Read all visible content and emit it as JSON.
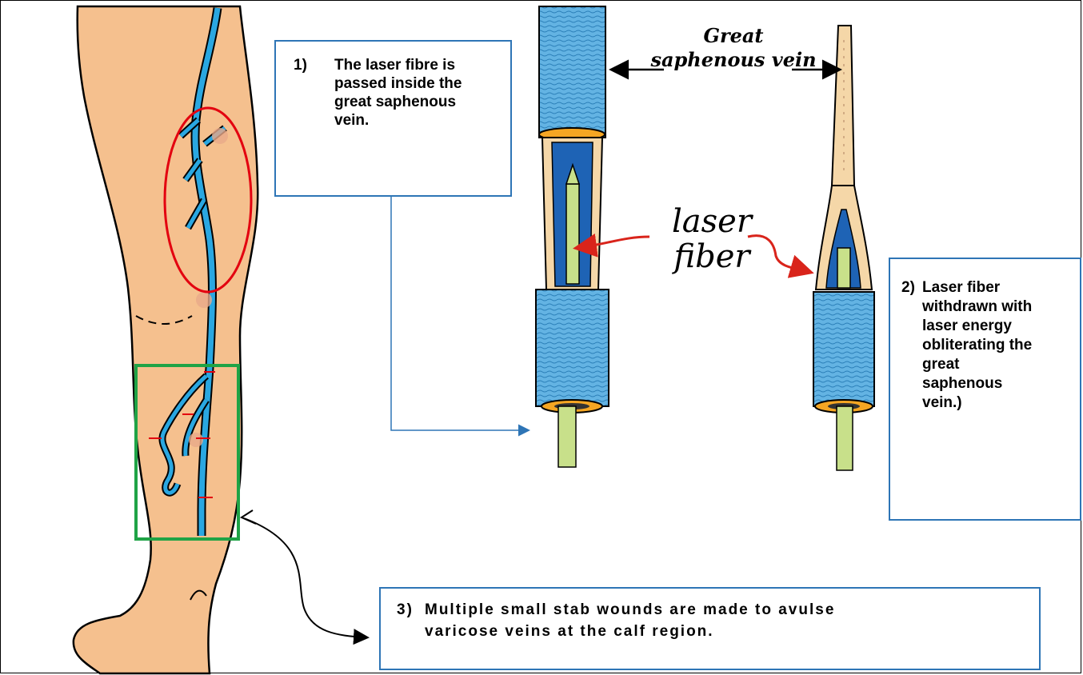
{
  "labels": {
    "great_saphenous_vein": "Great saphenous vein",
    "laser_fiber": "laser fiber"
  },
  "callouts": {
    "step1": {
      "number": "1)",
      "text": "The laser fibre is passed inside the great saphenous vein."
    },
    "step2": {
      "number": "2)",
      "text": "Laser fiber withdrawn with laser energy obliterating the great saphenous vein.)"
    },
    "step3": {
      "number": "3)",
      "text_line1": "Multiple small stab wounds are made to avulse",
      "text_line2": "varicose veins at the calf region."
    }
  },
  "colors": {
    "skin": "#f5c08e",
    "vein": "#2aa7e1",
    "sleeve": "#63b3e3",
    "fiber": "#c8e08a",
    "highlight_circle": "#e3000f",
    "calf_box": "#1fa346",
    "callout_border": "#2e75b6",
    "pointer_arrow": "#d9241b"
  }
}
